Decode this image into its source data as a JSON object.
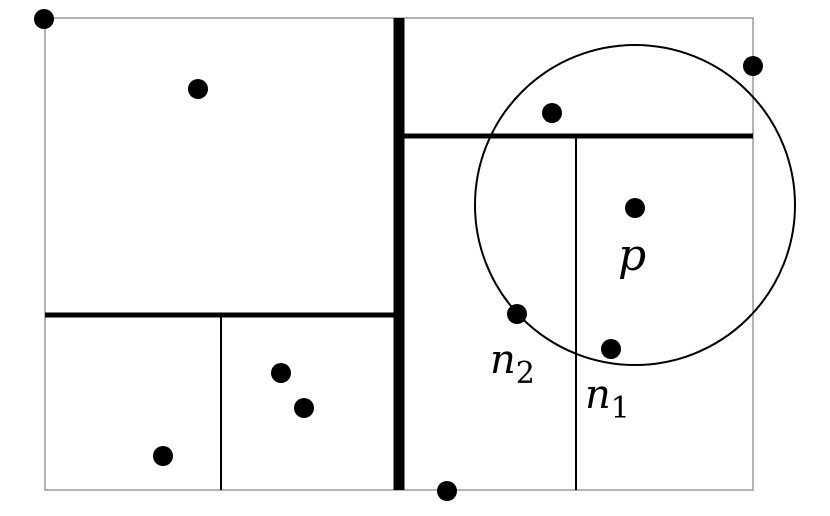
{
  "diagram": {
    "title": "",
    "colors": {
      "ink": "#000000",
      "frame": "#9a9a9a",
      "background": "#ffffff"
    },
    "labels": {
      "p": {
        "main": "p",
        "sub": ""
      },
      "n2": {
        "main": "n",
        "sub": "2"
      },
      "n1": {
        "main": "n",
        "sub": "1"
      }
    }
  }
}
